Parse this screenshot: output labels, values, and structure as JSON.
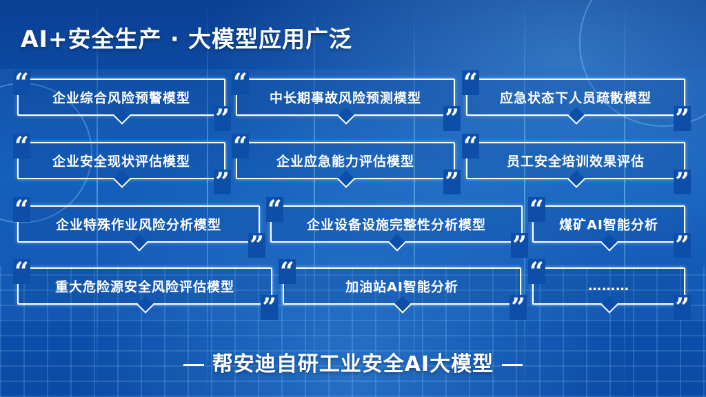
{
  "header": {
    "title": "AI+安全生产 · 大模型应用广泛"
  },
  "cards": [
    {
      "label": "企业综合风险预警模型"
    },
    {
      "label": "中长期事故风险预测模型"
    },
    {
      "label": "应急状态下人员疏散模型"
    },
    {
      "label": "企业安全现状评估模型"
    },
    {
      "label": "企业应急能力评估模型"
    },
    {
      "label": "员工安全培训效果评估"
    },
    {
      "label": "企业特殊作业风险分析模型"
    },
    {
      "label": "企业设备设施完整性分析模型"
    },
    {
      "label": "煤矿AI智能分析"
    },
    {
      "label": "重大危险源安全风险评估模型"
    },
    {
      "label": "加油站AI智能分析"
    },
    {
      "label": "………"
    }
  ],
  "quote_marks": {
    "open": "“",
    "close": "”"
  },
  "footer": {
    "text": "帮安迪自研工业安全AI大模型"
  }
}
